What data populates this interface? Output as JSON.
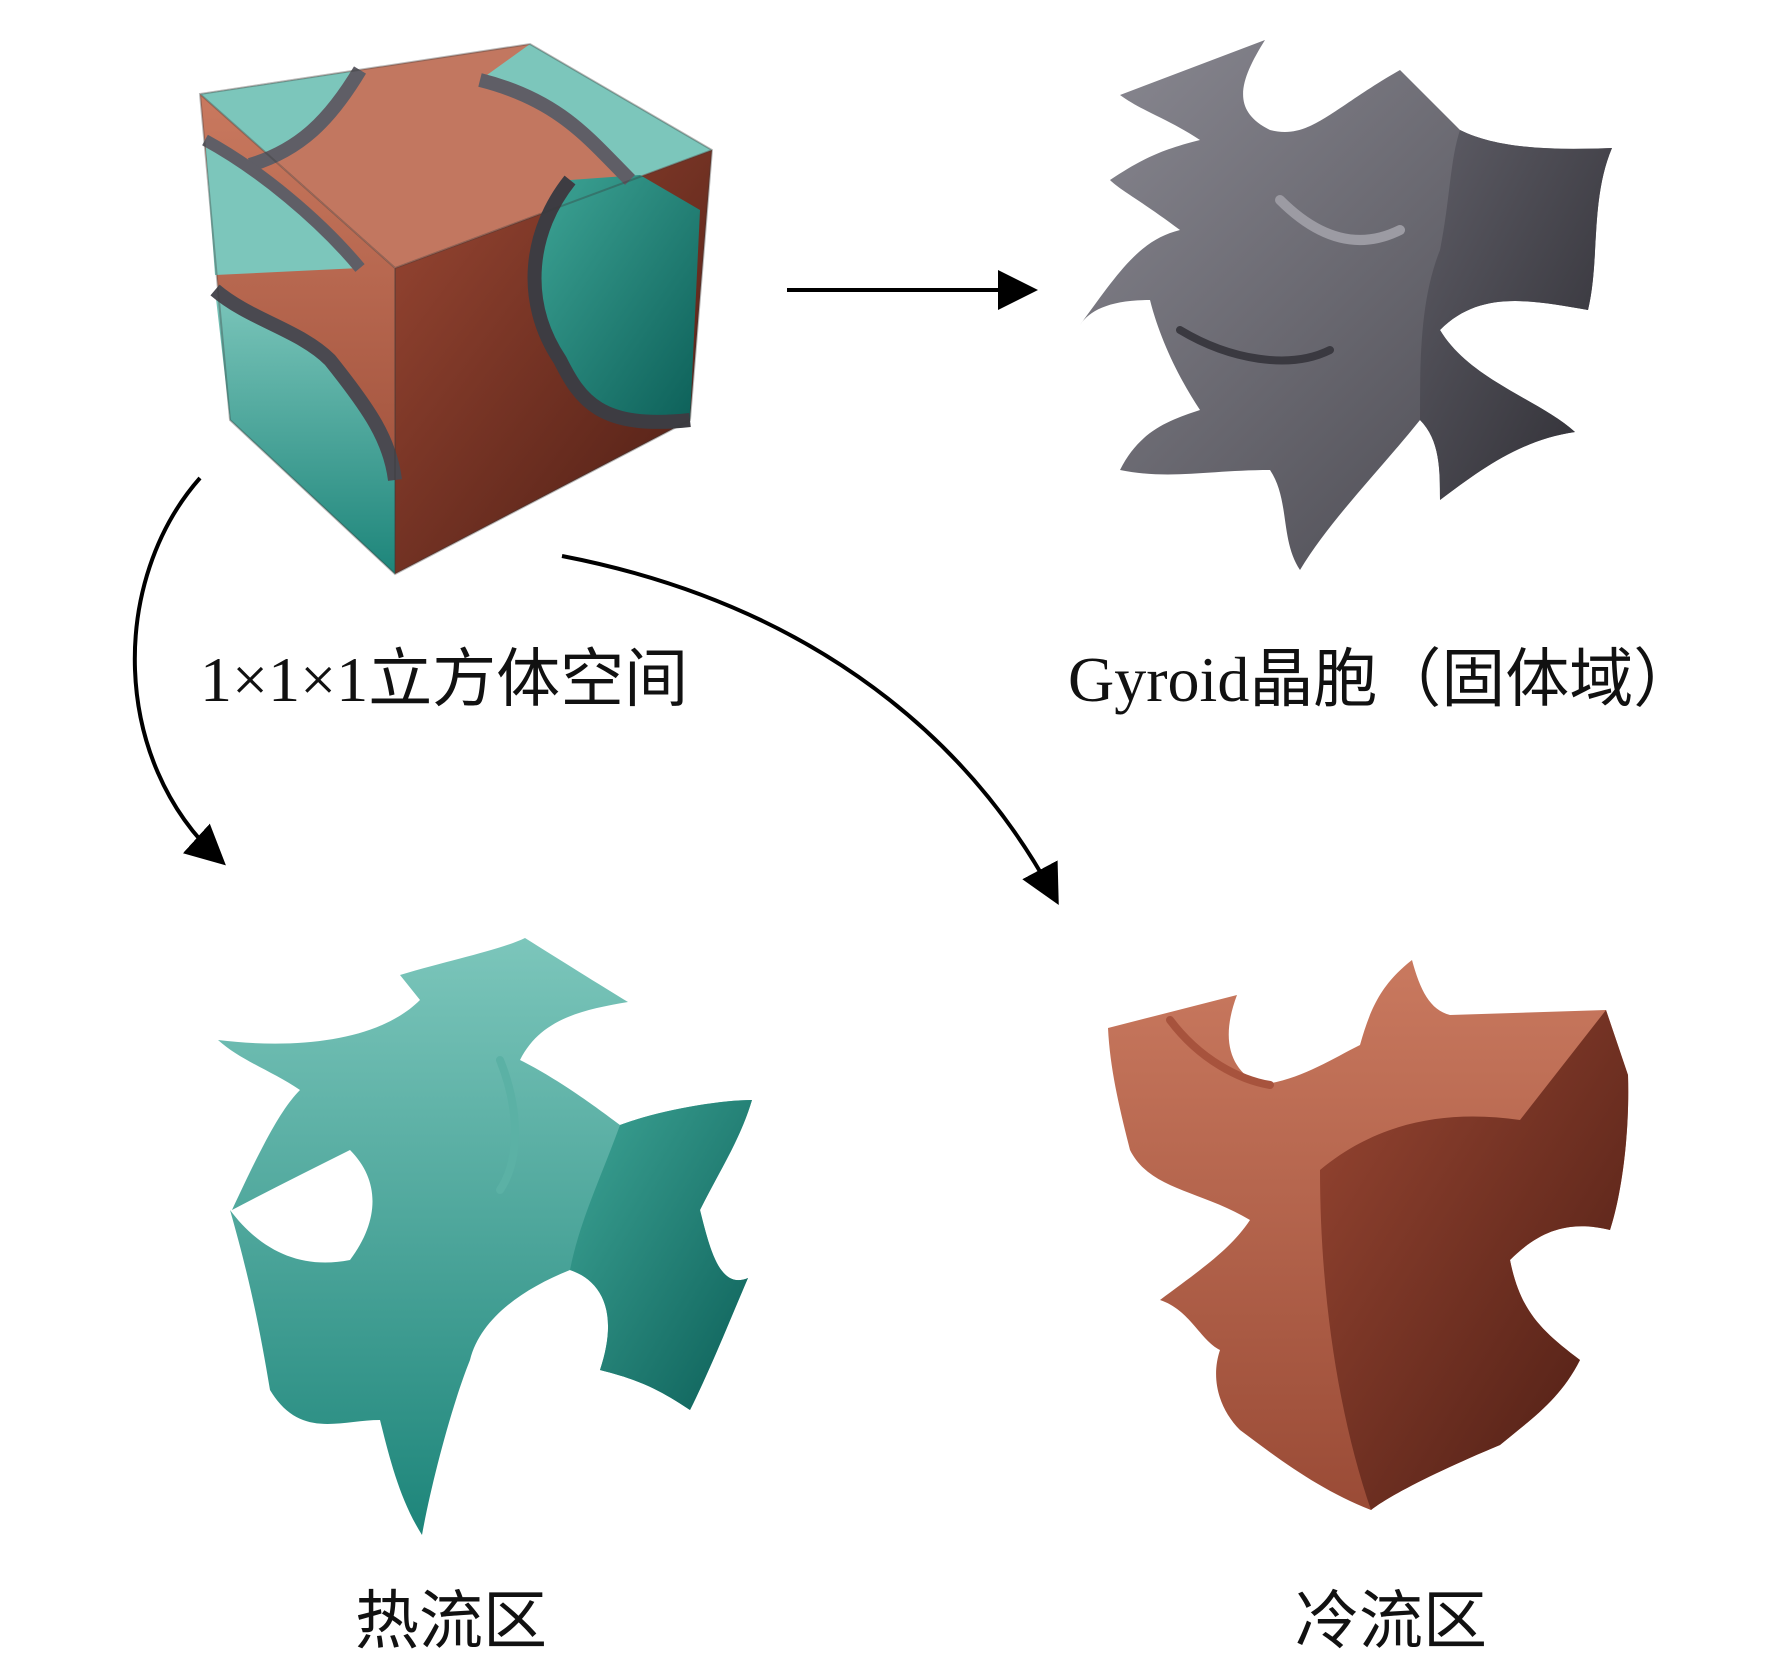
{
  "labels": {
    "cube": "1×1×1立方体空间",
    "solid": "Gyroid晶胞（固体域）",
    "hot": "热流区",
    "cold": "冷流区"
  },
  "colors": {
    "hot_fluid": "#6fbfb4",
    "hot_fluid_dark": "#0f6e66",
    "cold_fluid": "#c9765f",
    "cold_fluid_dark": "#5a2418",
    "solid": "#6b6a73",
    "solid_dark": "#3c3b42",
    "arrow": "#000000",
    "text": "#111111"
  }
}
